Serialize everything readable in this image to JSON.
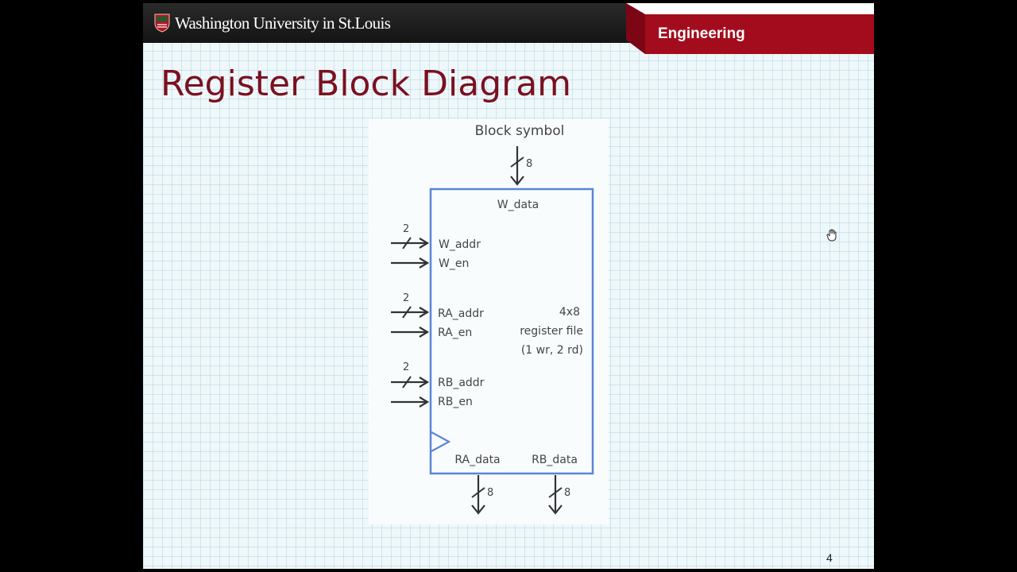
{
  "header": {
    "university": "Washington University in St.Louis",
    "school": "Engineering"
  },
  "slide": {
    "title": "Register Block Diagram",
    "page_number": "4"
  },
  "diagram": {
    "caption": "Block symbol",
    "w_data_width": "8",
    "w_data_label": "W_data",
    "w_addr_width": "2",
    "w_addr_label": "W_addr",
    "w_en_label": "W_en",
    "ra_addr_width": "2",
    "ra_addr_label": "RA_addr",
    "ra_en_label": "RA_en",
    "rb_addr_width": "2",
    "rb_addr_label": "RB_addr",
    "rb_en_label": "RB_en",
    "block_desc_line1": "4x8",
    "block_desc_line2": "register file",
    "block_desc_line3": "(1 wr, 2 rd)",
    "ra_data_label": "RA_data",
    "rb_data_label": "RB_data",
    "ra_data_width": "8",
    "rb_data_width": "8"
  },
  "colors": {
    "header_dark": "#1a1a1a",
    "brand_red": "#a30c1c",
    "title_red": "#7a1020",
    "block_border": "#5b86d6"
  },
  "icons": {
    "logo": "shield-icon",
    "cursor": "hand-cursor-icon"
  }
}
